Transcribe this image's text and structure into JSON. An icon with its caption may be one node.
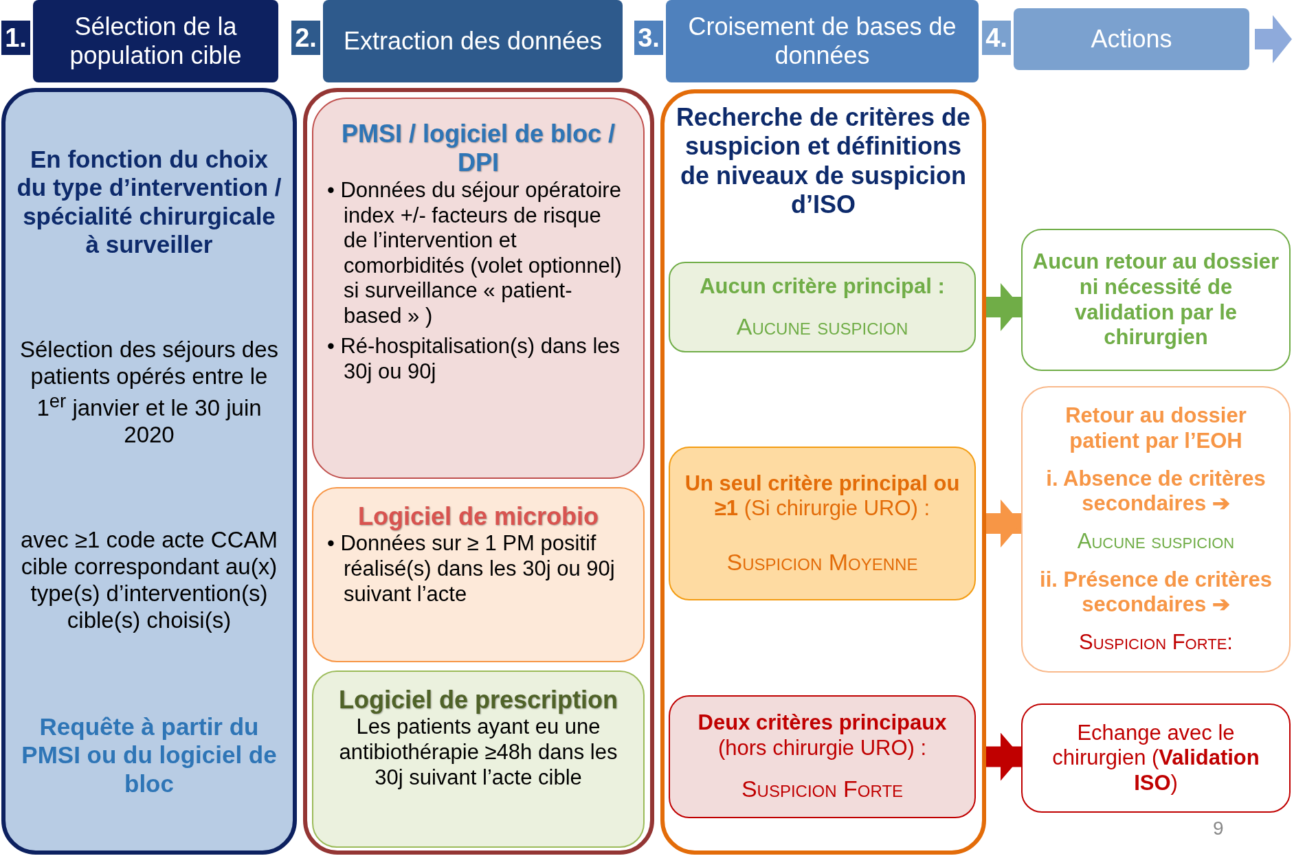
{
  "diagram": {
    "nodes": [
      {
        "text": [
          "Sélection de la population cible"
        ],
        "beside": [
          "1."
        ]
      },
      {
        "text": [
          "Extraction des données"
        ],
        "beside": [
          "2."
        ]
      },
      {
        "text": [
          "Croisement de bases de données"
        ],
        "beside": [
          "3."
        ]
      },
      {
        "text": [
          "Actions"
        ],
        "beside": [
          "4."
        ]
      },
      {
        "text": [
          "En fonction du choix du type d’intervention / spécialité chirurgicale à surveiller",
          "Sélection des séjours des patients opérés entre le 1$^{er}$ janvier et le 30 juin 2020",
          "avec ≥1 code acte CCAM cible correspondant au(x) type(s) d’intervention(s) cible(s) choisi(s)",
          "Requête à partir du PMSI ou du logiciel de bloc"
        ]
      },
      {
        "text": [],
        "shape": "box"
      },
      {
        "text": [
          "PMSI / logiciel de bloc / DPI",
          "• Données du séjour opératoire index +/- facteurs de risque de l’intervention et comorbidités (volet optionnel) si surveillance « patient-based » )",
          "• Ré-hospitalisation(s) dans les 30j ou 90j"
        ],
        "in": 5
      },
      {
        "text": [
          "Logiciel de microbio",
          "• Données sur ≥ 1 PM positif réalisé(s) dans les 30j ou 90j suivant l’acte"
        ],
        "in": 5
      },
      {
        "text": [
          "Logiciel de prescription",
          "Les patients ayant eu une antibiothérapie ≥48h dans les 30j suivant l’acte cible"
        ],
        "in": 5
      },
      {
        "text": [
          "Recherche de critères de suspicion et définitions de niveaux de suspicion d’ISO"
        ]
      },
      {
        "text": [
          "Aucun critère principal :",
          "Aucune suspicion"
        ],
        "in": 9
      },
      {
        "text": [
          "**Un seul critère principal ou ≥1** (Si chirurgie URO) :",
          "Suspicion Moyenne"
        ],
        "in": 9
      },
      {
        "text": [
          "**Deux critères principaux** (hors chirurgie URO) :",
          "Suspicion Forte"
        ],
        "in": 9
      },
      {
        "text": [
          "Aucun retour au dossier ni nécessité de validation par le chirurgien"
        ]
      },
      {
        "text": [
          "Retour au dossier patient par l’EOH",
          "i. Absence de critères secondaires ➔",
          "Aucune suspicion",
          "ii. Présence de critères secondaires ➔",
          "Suspicion Forte:"
        ]
      },
      {
        "text": [
          "Echange avec le chirurgien (**Validation ISO**)"
        ]
      }
    ],
    "edges": [
      {
        "from": 10,
        "to": 13,
        "arrow": "to",
        "color": "#70ad47"
      },
      {
        "from": 11,
        "to": 14,
        "arrow": "to",
        "color": "#f79646"
      },
      {
        "from": 12,
        "to": 15,
        "arrow": "to",
        "color": "#c00000"
      }
    ],
    "labels": [
      "9"
    ]
  }
}
